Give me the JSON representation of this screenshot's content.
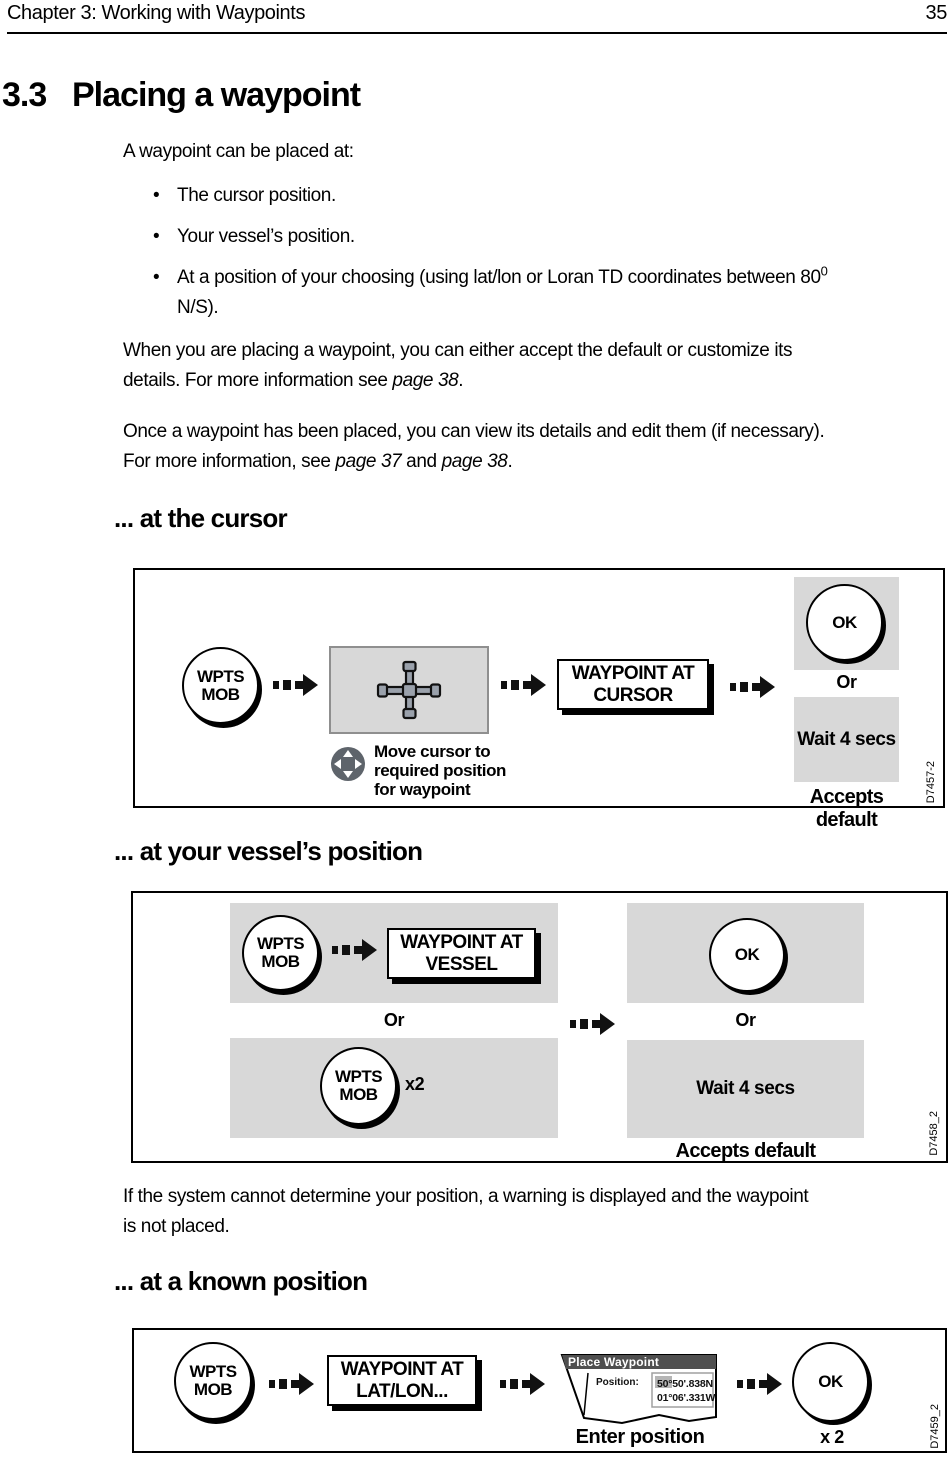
{
  "colors": {
    "panel_gray": "#d8d8d8",
    "panel_border": "#8f8f8f",
    "dialog_header": "#4f4f4f",
    "value_highlight": "#b5b5b5",
    "trackpad_gray": "#5e646b",
    "cursor_gray": "#9aa1ab",
    "ink": "#000000"
  },
  "header": {
    "title": "Chapter 3: Working with Waypoints",
    "page_number": "35"
  },
  "section": {
    "number": "3.3",
    "title": "Placing a waypoint"
  },
  "body": {
    "intro": "A waypoint can be placed at:",
    "bullet1": "The cursor position.",
    "bullet2": "Your vessel’s position.",
    "bullet3_main": "At a position of your choosing (using lat/lon or Loran TD coordinates between 80",
    "bullet3_sup": "0",
    "bullet3_line2": "N/S).",
    "para1_a": "When you are placing a waypoint, you can either accept the default or customize its\ndetails. For more information see ",
    "para1_ref": "page 38",
    "para1_b": ".",
    "para2_a": "Once a waypoint has been placed, you can view its details and edit them (if necessary).\nFor more information, see ",
    "para2_ref1": "page 37",
    "para2_b": " and ",
    "para2_ref2": "page 38",
    "para2_c": ".",
    "para3": "If the system cannot determine your position, a warning is displayed and the waypoint\nis not placed."
  },
  "headings": {
    "cursor": "... at the cursor",
    "vessel": "... at your vessel’s position",
    "known": "... at a known position"
  },
  "diagram_cursor": {
    "wpts_mob": "WPTS\nMOB",
    "instruction": "Move cursor to\nrequired position\nfor waypoint",
    "result_box": "WAYPOINT AT\nCURSOR",
    "ok": "OK",
    "or": "Or",
    "wait": "Wait 4 secs",
    "accepts": "Accepts default",
    "figure_id": "D7457-2"
  },
  "diagram_vessel": {
    "wpts_mob": "WPTS\nMOB",
    "result_box": "WAYPOINT AT\nVESSEL",
    "or_left": "Or",
    "wpts_mob2": "WPTS\nMOB",
    "times2": "x2",
    "ok": "OK",
    "or_right": "Or",
    "wait": "Wait 4 secs",
    "accepts": "Accepts default",
    "figure_id": "D7458_2"
  },
  "diagram_known": {
    "wpts_mob": "WPTS\nMOB",
    "result_box": "WAYPOINT AT\nLAT/LON...",
    "dialog": {
      "title": "Place Waypoint",
      "position_label": "Position:",
      "lat": "50°50'.838N",
      "lon": "01°06'.331W"
    },
    "ok": "OK",
    "enter_position": "Enter position",
    "times2": "x 2",
    "figure_id": "D7459_2"
  }
}
